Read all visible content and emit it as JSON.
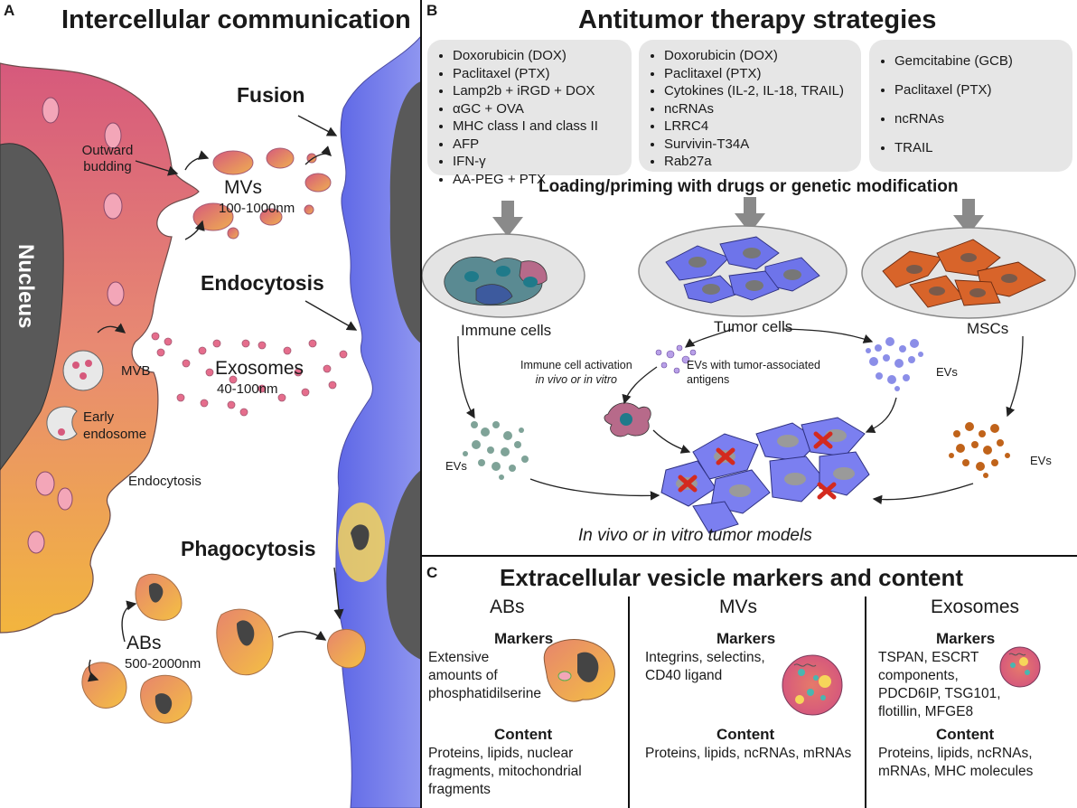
{
  "panel_a": {
    "letter": "A",
    "title": "Intercellular communication",
    "labels": {
      "nucleus": "Nucleus",
      "fusion": "Fusion",
      "outward_budding": "Outward budding",
      "mvs": "MVs",
      "mvs_size": "100-1000nm",
      "endocytosis_main": "Endocytosis",
      "exosomes": "Exosomes",
      "exosomes_size": "40-100nm",
      "mvb": "MVB",
      "early_endosome": "Early endosome",
      "endocytosis_small": "Endocytosis",
      "phagocytosis": "Phagocytosis",
      "abs": "ABs",
      "abs_size": "500-2000nm"
    }
  },
  "panel_b": {
    "letter": "B",
    "title": "Antitumor therapy strategies",
    "lists": {
      "immune": [
        "Doxorubicin (DOX)",
        "Paclitaxel (PTX)",
        "Lamp2b + iRGD + DOX",
        "αGC + OVA",
        "MHC class I and class II",
        "AFP",
        "IFN-γ",
        "AA-PEG + PTX"
      ],
      "tumor": [
        "Doxorubicin (DOX)",
        "Paclitaxel (PTX)",
        "Cytokines (IL-2, IL-18, TRAIL)",
        "ncRNAs",
        "LRRC4",
        "Survivin-T34A",
        "Rab27a"
      ],
      "msc": [
        "Gemcitabine (GCB)",
        "Paclitaxel (PTX)",
        "ncRNAs",
        "TRAIL"
      ]
    },
    "loading_label": "Loading/priming with drugs or genetic modification",
    "dishes": {
      "immune": "Immune cells",
      "tumor": "Tumor cells",
      "msc": "MSCs"
    },
    "activation_line1": "Immune cell activation",
    "activation_line2": "in vivo or in vitro",
    "evs_tumor_antigens": "EVs with tumor-associated antigens",
    "evs": "EVs",
    "models_label": "In vivo or in vitro tumor models"
  },
  "panel_c": {
    "letter": "C",
    "title": "Extracellular vesicle markers and content",
    "columns": [
      {
        "name": "ABs",
        "markers_heading": "Markers",
        "markers": "Extensive amounts of phosphatidilserine",
        "content_heading": "Content",
        "content": "Proteins, lipids, nuclear fragments, mitochondrial fragments"
      },
      {
        "name": "MVs",
        "markers_heading": "Markers",
        "markers": "Integrins, selectins, CD40 ligand",
        "content_heading": "Content",
        "content": "Proteins, lipids, ncRNAs, mRNAs"
      },
      {
        "name": "Exosomes",
        "markers_heading": "Markers",
        "markers": "TSPAN, ESCRT components, PDCD6IP, TSG101, flotillin, MFGE8",
        "content_heading": "Content",
        "content": "Proteins, lipids, ncRNAs, mRNAs, MHC molecules"
      }
    ]
  },
  "colors": {
    "cell_top": "#d85a7e",
    "cell_mid": "#e68a74",
    "cell_bottom": "#f0b040",
    "recipient": "#6a72e8",
    "nucleus": "#555555",
    "tumor_cell": "#7b7ff0",
    "msc_cell": "#d8642a",
    "immune_ev": "#80a39a",
    "msc_ev": "#c0631a",
    "tumor_ev": "#8b8ee8",
    "cross": "#d42a1e",
    "box": "#e6e6e6"
  }
}
